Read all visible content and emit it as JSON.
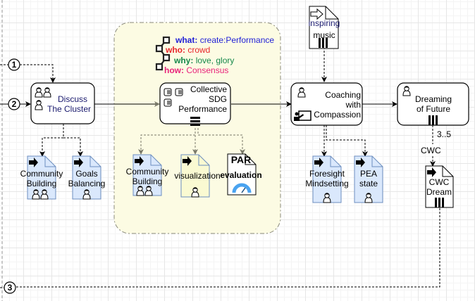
{
  "colors": {
    "group_fill": "#fcfbe3",
    "group_border": "#8a8a7a",
    "doc_blue_fill": "#dae8fc",
    "doc_blue_border": "#6c8ebf",
    "doc_yellow_fill": "#fafad2",
    "what": "#1f1fd6",
    "who": "#e8262b",
    "why": "#15884a",
    "how": "#e8227a",
    "gauge": "#4aa3f0"
  },
  "start_events": [
    {
      "id": "1",
      "label": "1"
    },
    {
      "id": "2",
      "label": "2"
    },
    {
      "id": "3",
      "label": "3"
    }
  ],
  "annotation": {
    "what_key": "what:",
    "what_val": "create:Performance",
    "who_key": "who:",
    "who_val": "crowd",
    "why_key": "why:",
    "why_val": "love, glory",
    "how_key": "how:",
    "how_val": "Consensus"
  },
  "tasks": {
    "discuss": {
      "line1": "Discuss",
      "line2": "The Cluster"
    },
    "collective": {
      "line1": "Collective",
      "line2": "SDG",
      "line3": "Performance"
    },
    "coaching": {
      "line1": "Coaching",
      "line2": "with",
      "line3": "Compassion"
    },
    "dreaming": {
      "line1": "Dreaming",
      "line2": "of Future"
    }
  },
  "documents": {
    "community_building_1": {
      "line1": "Community",
      "line2": "Building"
    },
    "goals_balancing": {
      "line1": "Goals",
      "line2": "Balancing"
    },
    "community_building_2": {
      "line1": "Community",
      "line2": "Building"
    },
    "visualization": {
      "line1": "visualization"
    },
    "par_evaluation": {
      "line1": "PAR",
      "line2": "evaluation"
    },
    "inspiring_music": {
      "line1": "inspiring",
      "line2": "music"
    },
    "foresight": {
      "line1": "Foresight",
      "line2": "Mindsetting"
    },
    "pea_state": {
      "line1": "PEA",
      "line2": "state"
    },
    "cwc_dream": {
      "line1": "CWC",
      "line2": "Dream"
    }
  },
  "edge_labels": {
    "multiplicity": "3..5",
    "cwc": "CWC"
  }
}
